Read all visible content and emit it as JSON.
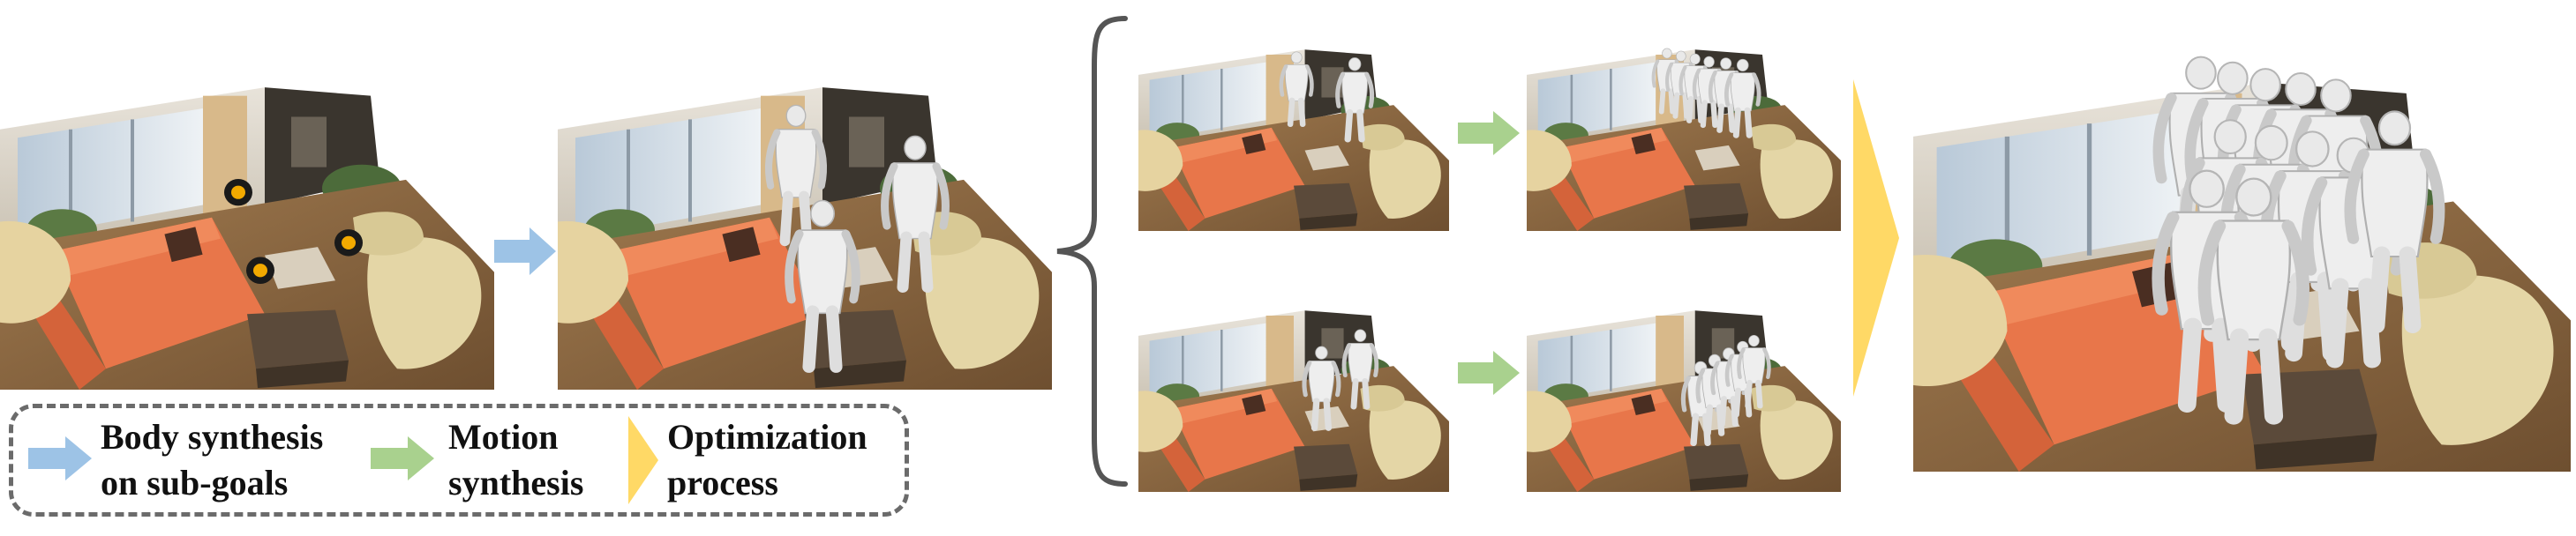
{
  "legend": {
    "body_synthesis_label_line1": "Body synthesis",
    "body_synthesis_label_line2": "on sub-goals",
    "motion_synthesis_label_line1": "Motion",
    "motion_synthesis_label_line2": "synthesis",
    "optimization_label_line1": "Optimization",
    "optimization_label_line2": "process"
  },
  "colors": {
    "body_synthesis_arrow": "#9dc3e6",
    "motion_synthesis_arrow": "#a9d18e",
    "optimization_arrow": "#ffd966",
    "sofa": "#e8764a",
    "floor": "#8a6a45",
    "human": "#e9e9e9",
    "goal_marker_outer": "#1a1a1a",
    "goal_marker_inner": "#f2a900"
  },
  "icons": {
    "body_synthesis": "right-arrow-blue",
    "motion_synthesis": "right-arrow-green",
    "optimization": "triangle-yellow",
    "grouping": "left-curly-brace",
    "goal_marker": "target-dot"
  }
}
